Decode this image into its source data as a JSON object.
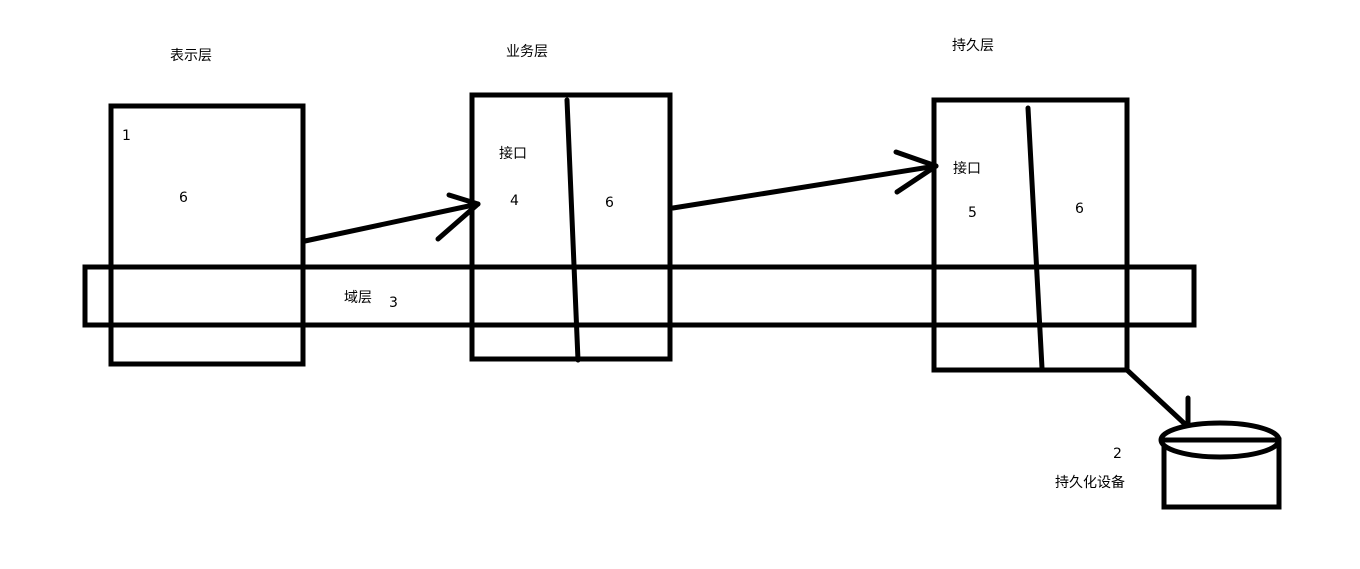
{
  "layers": {
    "presentation": {
      "title": "表示层",
      "number_top": "1",
      "number_center": "6"
    },
    "business": {
      "title": "业务层",
      "interface_label": "接口",
      "number_left": "4",
      "number_right": "6"
    },
    "persistence": {
      "title": "持久层",
      "interface_label": "接口",
      "number_left": "5",
      "number_right": "6"
    },
    "domain": {
      "title": "域层",
      "number": "3"
    }
  },
  "storage": {
    "number": "2",
    "label": "持久化设备"
  },
  "colors": {
    "stroke": "#000000",
    "background": "#ffffff"
  }
}
